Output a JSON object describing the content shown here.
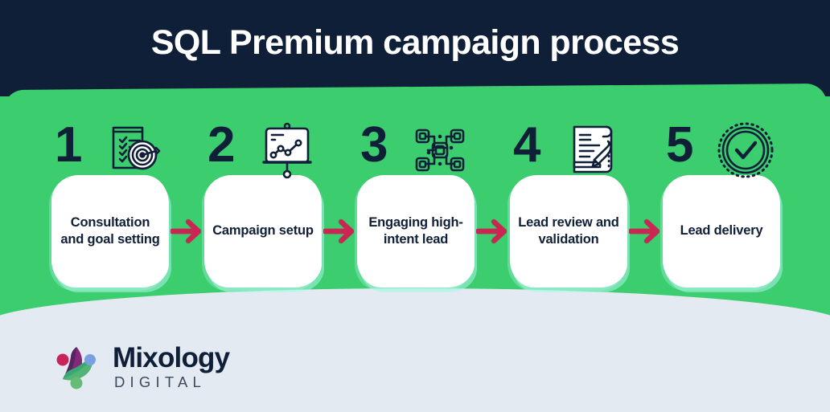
{
  "header": {
    "title": "SQL Premium campaign process",
    "background_color": "#101f38"
  },
  "panel": {
    "background_color": "#3ccd6f",
    "footer_background_color": "#e4eaf2"
  },
  "steps": [
    {
      "number": "1",
      "label": "Consultation and goal setting",
      "icon": "checklist-target-icon"
    },
    {
      "number": "2",
      "label": "Campaign setup",
      "icon": "presentation-chart-icon"
    },
    {
      "number": "3",
      "label": "Engaging high-intent lead",
      "icon": "network-nodes-icon"
    },
    {
      "number": "4",
      "label": "Lead review and validation",
      "icon": "document-signature-icon"
    },
    {
      "number": "5",
      "label": "Lead delivery",
      "icon": "check-badge-icon"
    }
  ],
  "arrows": {
    "icon": "arrow-right-icon",
    "color": "#c92653",
    "count": 4
  },
  "logo": {
    "name": "Mixology",
    "subtitle": "DIGITAL",
    "mark_icon": "mixology-tri-lobe-mark",
    "mark_colors": {
      "crimson": "#c8134f",
      "purple": "#4b1452",
      "blue": "#6f9ade",
      "green": "#4fb96e",
      "teal": "#2aa36b"
    }
  }
}
